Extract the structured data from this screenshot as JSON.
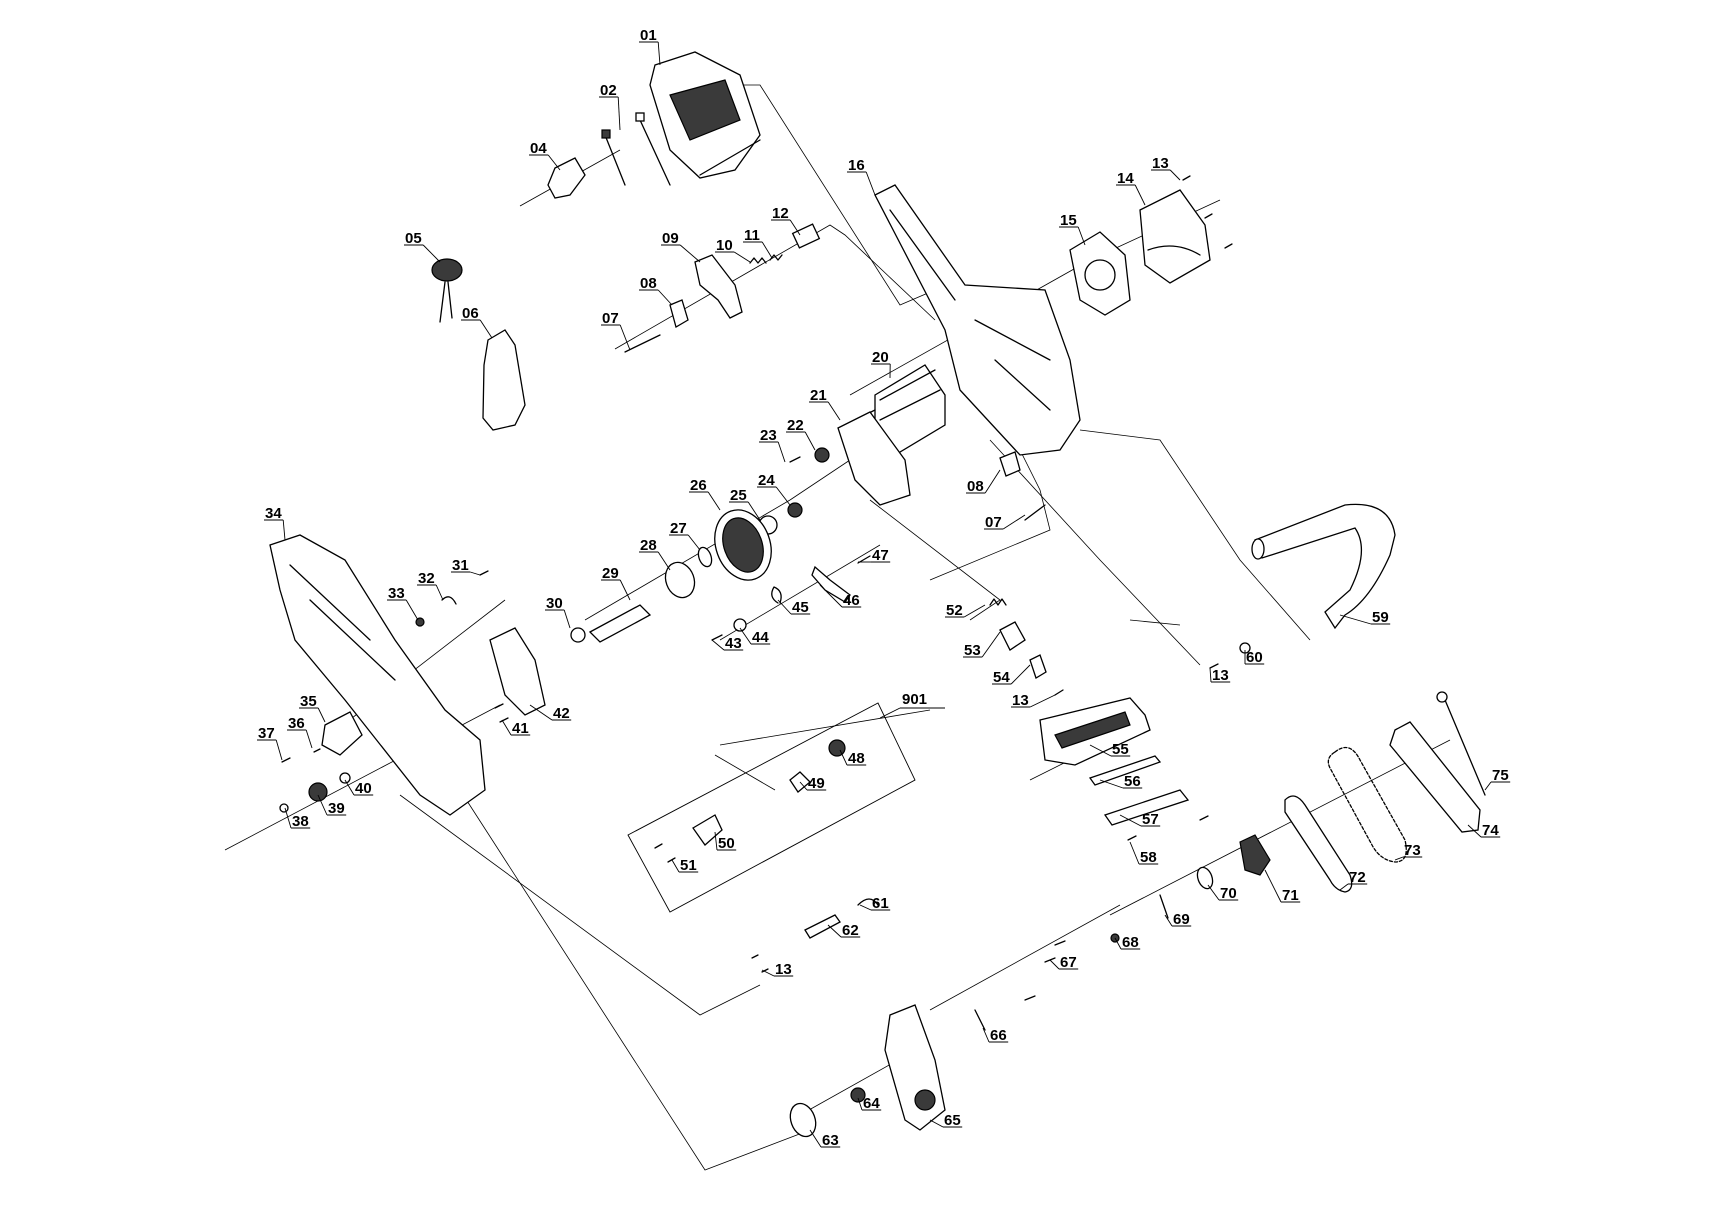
{
  "diagram": {
    "type": "exploded-parts-view",
    "group_label": "901",
    "parts": [
      {
        "id": "p01",
        "number": "01"
      },
      {
        "id": "p02",
        "number": "02"
      },
      {
        "id": "p04",
        "number": "04"
      },
      {
        "id": "p05",
        "number": "05"
      },
      {
        "id": "p06",
        "number": "06"
      },
      {
        "id": "p07a",
        "number": "07"
      },
      {
        "id": "p08a",
        "number": "08"
      },
      {
        "id": "p09",
        "number": "09"
      },
      {
        "id": "p10",
        "number": "10"
      },
      {
        "id": "p11",
        "number": "11"
      },
      {
        "id": "p12",
        "number": "12"
      },
      {
        "id": "p13a",
        "number": "13"
      },
      {
        "id": "p14",
        "number": "14"
      },
      {
        "id": "p15",
        "number": "15"
      },
      {
        "id": "p16",
        "number": "16"
      },
      {
        "id": "p20",
        "number": "20"
      },
      {
        "id": "p21",
        "number": "21"
      },
      {
        "id": "p22",
        "number": "22"
      },
      {
        "id": "p23",
        "number": "23"
      },
      {
        "id": "p24",
        "number": "24"
      },
      {
        "id": "p25",
        "number": "25"
      },
      {
        "id": "p26",
        "number": "26"
      },
      {
        "id": "p27",
        "number": "27"
      },
      {
        "id": "p28",
        "number": "28"
      },
      {
        "id": "p29",
        "number": "29"
      },
      {
        "id": "p30",
        "number": "30"
      },
      {
        "id": "p31",
        "number": "31"
      },
      {
        "id": "p32",
        "number": "32"
      },
      {
        "id": "p33",
        "number": "33"
      },
      {
        "id": "p34",
        "number": "34"
      },
      {
        "id": "p35",
        "number": "35"
      },
      {
        "id": "p36",
        "number": "36"
      },
      {
        "id": "p37",
        "number": "37"
      },
      {
        "id": "p38",
        "number": "38"
      },
      {
        "id": "p39",
        "number": "39"
      },
      {
        "id": "p40",
        "number": "40"
      },
      {
        "id": "p41",
        "number": "41"
      },
      {
        "id": "p42",
        "number": "42"
      },
      {
        "id": "p43",
        "number": "43"
      },
      {
        "id": "p44",
        "number": "44"
      },
      {
        "id": "p45",
        "number": "45"
      },
      {
        "id": "p46",
        "number": "46"
      },
      {
        "id": "p47",
        "number": "47"
      },
      {
        "id": "p08b",
        "number": "08"
      },
      {
        "id": "p07b",
        "number": "07"
      },
      {
        "id": "p52",
        "number": "52"
      },
      {
        "id": "p53",
        "number": "53"
      },
      {
        "id": "p54",
        "number": "54"
      },
      {
        "id": "p13b",
        "number": "13"
      },
      {
        "id": "p13c",
        "number": "13"
      },
      {
        "id": "p60",
        "number": "60"
      },
      {
        "id": "p59",
        "number": "59"
      },
      {
        "id": "p55",
        "number": "55"
      },
      {
        "id": "p56",
        "number": "56"
      },
      {
        "id": "p57",
        "number": "57"
      },
      {
        "id": "p58",
        "number": "58"
      },
      {
        "id": "p48",
        "number": "48"
      },
      {
        "id": "p49",
        "number": "49"
      },
      {
        "id": "p50",
        "number": "50"
      },
      {
        "id": "p51",
        "number": "51"
      },
      {
        "id": "p61",
        "number": "61"
      },
      {
        "id": "p62",
        "number": "62"
      },
      {
        "id": "p13d",
        "number": "13"
      },
      {
        "id": "p75",
        "number": "75"
      },
      {
        "id": "p74",
        "number": "74"
      },
      {
        "id": "p73",
        "number": "73"
      },
      {
        "id": "p72",
        "number": "72"
      },
      {
        "id": "p71",
        "number": "71"
      },
      {
        "id": "p70",
        "number": "70"
      },
      {
        "id": "p69",
        "number": "69"
      },
      {
        "id": "p68",
        "number": "68"
      },
      {
        "id": "p67",
        "number": "67"
      },
      {
        "id": "p66",
        "number": "66"
      },
      {
        "id": "p65",
        "number": "65"
      },
      {
        "id": "p64",
        "number": "64"
      },
      {
        "id": "p63",
        "number": "63"
      }
    ]
  }
}
